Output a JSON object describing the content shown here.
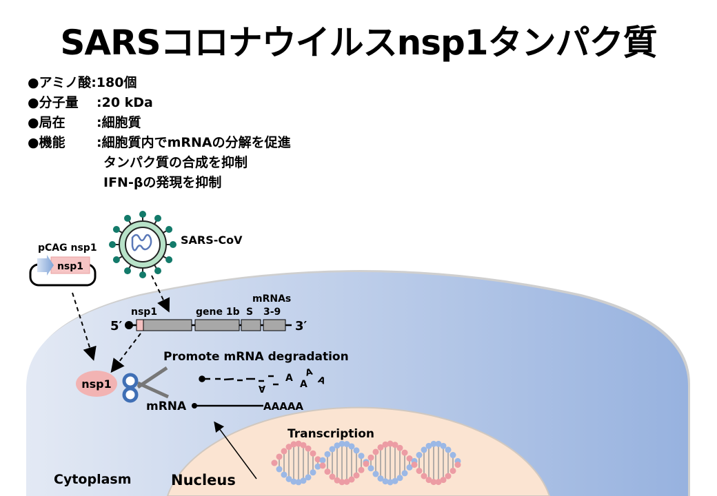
{
  "title": "SARSコロナウイルスnsp1タンパク質",
  "bullets": [
    {
      "label": "●アミノ酸",
      "value": ":180個"
    },
    {
      "label": "●分子量",
      "value": ":20 kDa"
    },
    {
      "label": "●局在",
      "value": ":細胞質"
    },
    {
      "label": "●機能",
      "value": ":細胞質内でmRNAの分解を促進"
    }
  ],
  "function_extra": [
    "タンパク質の合成を抑制",
    "IFN-βの発現を抑制"
  ],
  "diagram": {
    "plasmid_label": "pCAG nsp1",
    "plasmid_gene": "nsp1",
    "virus_label": "SARS-CoV",
    "genome": {
      "five_prime": "5′",
      "three_prime": "3′",
      "nsp1": "nsp1",
      "gene1b": "gene 1b",
      "s": "S",
      "mrnas_top": "mRNAs",
      "mrnas_bottom": "3-9"
    },
    "degradation_label": "Promote mRNA degradation",
    "nsp1_protein": "nsp1",
    "mrna_label": "mRNA",
    "polya": "AAAAA",
    "loose_a": "A",
    "transcription": "Transcription",
    "cytoplasm": "Cytoplasm",
    "nucleus": "Nucleus"
  },
  "colors": {
    "cell_left": "#e2e8f3",
    "cell_right": "#9ab4e0",
    "nucleus": "#fbe4d2",
    "nsp1": "#f2b3b3"
  }
}
